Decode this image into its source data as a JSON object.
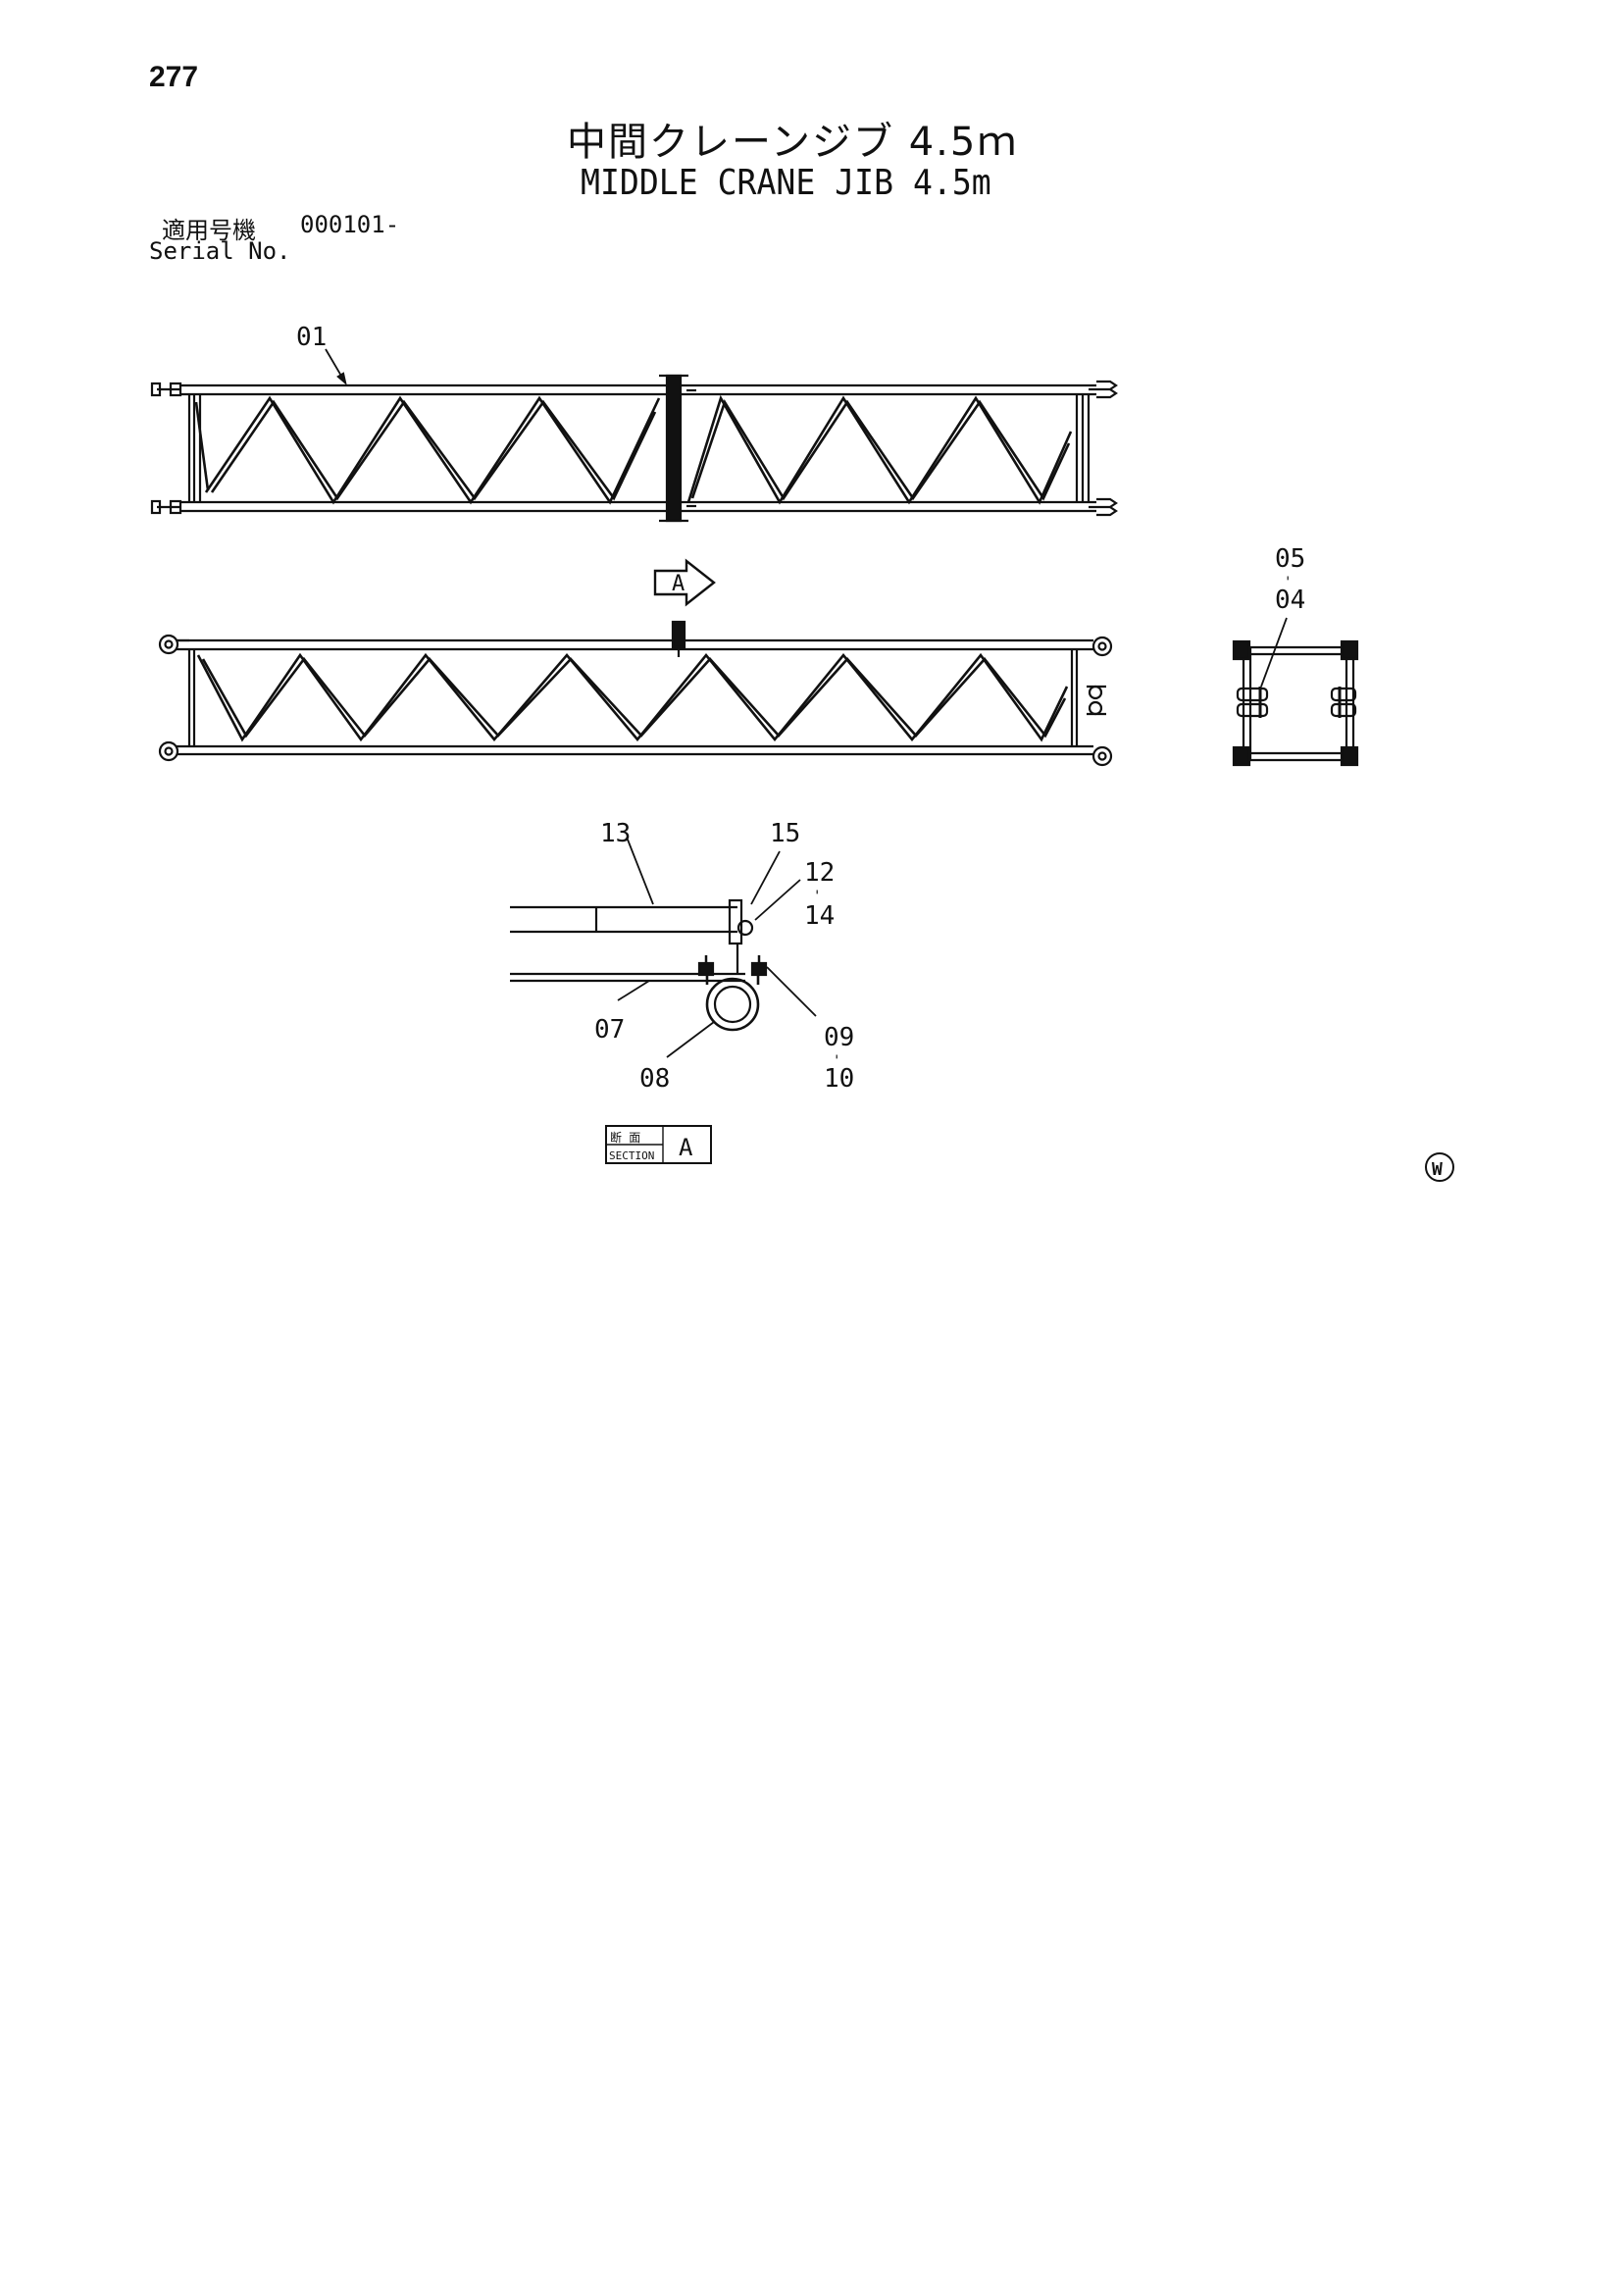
{
  "page": {
    "number": "277"
  },
  "title": {
    "japanese": "中間クレーンジブ 4.5ｍ",
    "english": "MIDDLE CRANE JIB 4.5m"
  },
  "serial": {
    "label_jp": "適用号機",
    "code": "000101-",
    "label_en": "Serial No."
  },
  "callouts": {
    "c01": "01",
    "c05": "05",
    "c04": "04",
    "c13": "13",
    "c15": "15",
    "c12": "12",
    "c14": "14",
    "c07": "07",
    "c08": "08",
    "c09": "09",
    "c10": "10",
    "view_arrow": "A"
  },
  "section_box": {
    "jp_top": "断 面",
    "en": "SECTION",
    "letter": "A"
  },
  "mark": "W"
}
